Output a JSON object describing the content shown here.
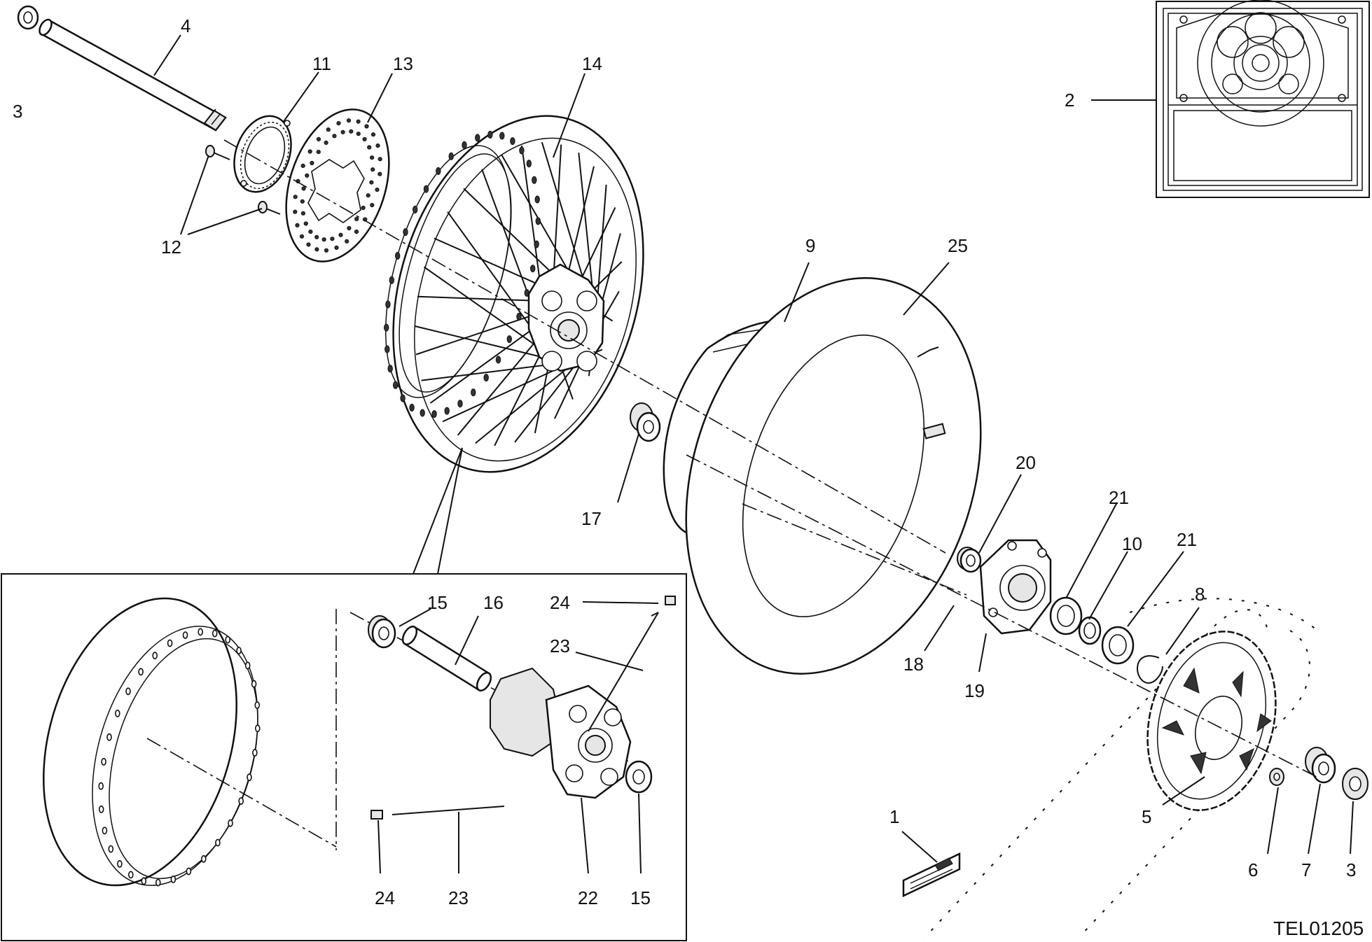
{
  "drawing_code": "TEL01205",
  "callouts": [
    {
      "id": "c-3a",
      "label": "3"
    },
    {
      "id": "c-4",
      "label": "4"
    },
    {
      "id": "c-11",
      "label": "11"
    },
    {
      "id": "c-13",
      "label": "13"
    },
    {
      "id": "c-14",
      "label": "14"
    },
    {
      "id": "c-12",
      "label": "12"
    },
    {
      "id": "c-2",
      "label": "2"
    },
    {
      "id": "c-9",
      "label": "9"
    },
    {
      "id": "c-25",
      "label": "25"
    },
    {
      "id": "c-17",
      "label": "17"
    },
    {
      "id": "c-20",
      "label": "20"
    },
    {
      "id": "c-21a",
      "label": "21"
    },
    {
      "id": "c-10",
      "label": "10"
    },
    {
      "id": "c-21b",
      "label": "21"
    },
    {
      "id": "c-8",
      "label": "8"
    },
    {
      "id": "c-18",
      "label": "18"
    },
    {
      "id": "c-19",
      "label": "19"
    },
    {
      "id": "c-15a",
      "label": "15"
    },
    {
      "id": "c-16",
      "label": "16"
    },
    {
      "id": "c-24a",
      "label": "24"
    },
    {
      "id": "c-23a",
      "label": "23"
    },
    {
      "id": "c-1",
      "label": "1"
    },
    {
      "id": "c-5",
      "label": "5"
    },
    {
      "id": "c-6",
      "label": "6"
    },
    {
      "id": "c-7",
      "label": "7"
    },
    {
      "id": "c-3b",
      "label": "3"
    },
    {
      "id": "c-24b",
      "label": "24"
    },
    {
      "id": "c-23b",
      "label": "23"
    },
    {
      "id": "c-22",
      "label": "22"
    },
    {
      "id": "c-15b",
      "label": "15"
    }
  ]
}
